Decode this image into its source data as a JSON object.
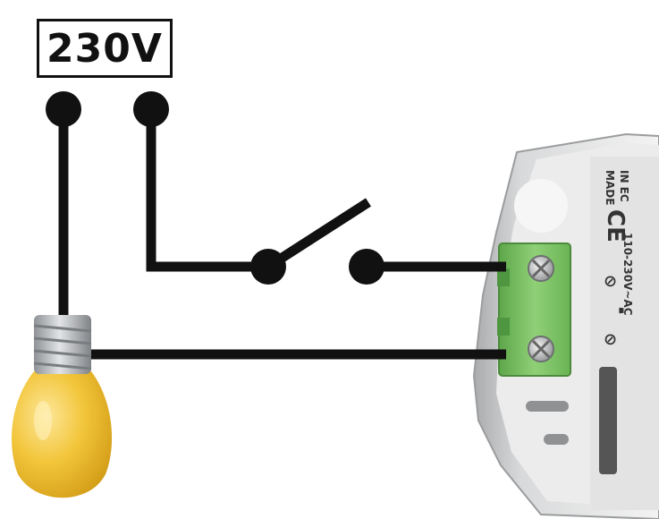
{
  "power": {
    "voltage_label": "230V"
  },
  "device": {
    "marking_line1": "MADE",
    "marking_line2": "IN EC",
    "ce_mark": "CE",
    "rating": "110-230V~AC",
    "terminal_symbol": "⊘"
  },
  "colors": {
    "wire": "#111111",
    "bulb": "#f2c53a",
    "bulb_base": "#b9bcc0",
    "terminal_block": "#7fc26a",
    "device_body": "#eceded",
    "device_shell": "#c7c9cb"
  },
  "components": [
    "light-bulb",
    "switch",
    "terminal-block",
    "relay-module"
  ]
}
